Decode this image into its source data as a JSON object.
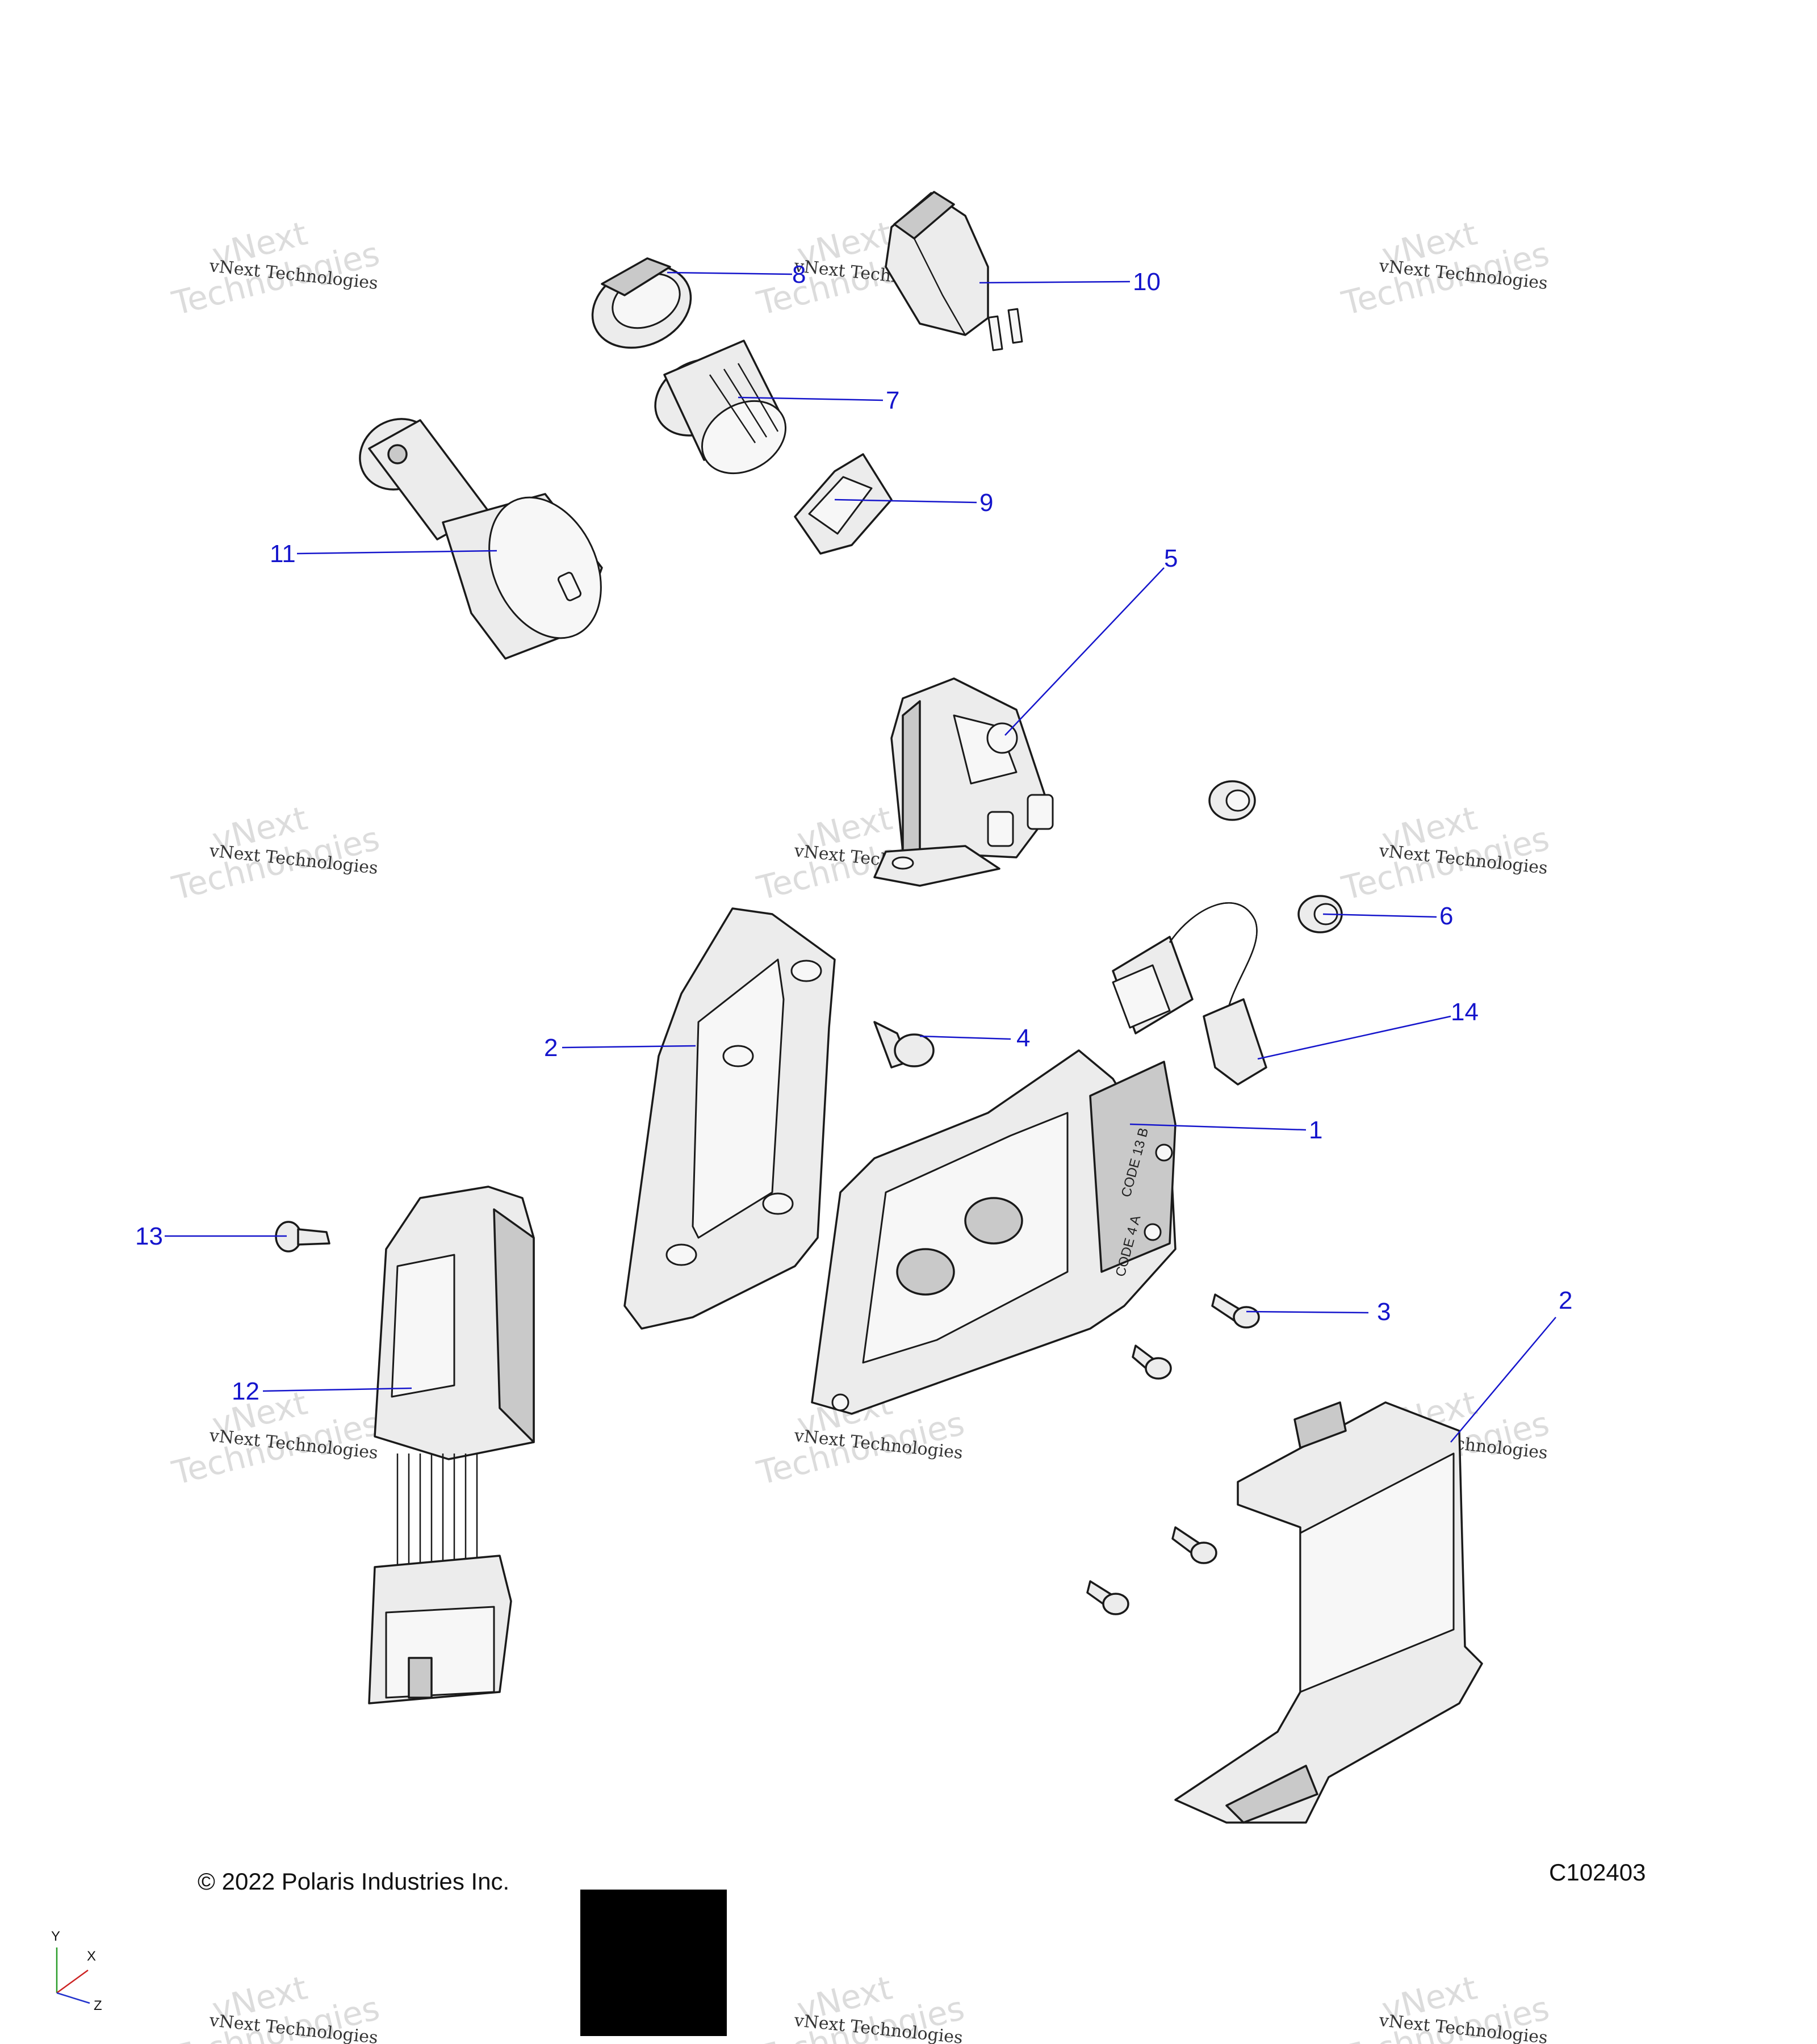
{
  "callouts": [
    {
      "label": "1"
    },
    {
      "label": "2"
    },
    {
      "label": "2"
    },
    {
      "label": "3"
    },
    {
      "label": "4"
    },
    {
      "label": "5"
    },
    {
      "label": "6"
    },
    {
      "label": "7"
    },
    {
      "label": "8"
    },
    {
      "label": "9"
    },
    {
      "label": "10"
    },
    {
      "label": "11"
    },
    {
      "label": "12"
    },
    {
      "label": "13"
    },
    {
      "label": "14"
    }
  ],
  "watermark": {
    "line1": "vNext Technologies",
    "line2": "Technologies",
    "line3": "vNext"
  },
  "footer": {
    "copyright": "© 2022 Polaris Industries Inc.",
    "drawing_number": "C102403"
  },
  "axis_triad": {
    "y": "Y",
    "x": "X",
    "z": "Z",
    "colors": {
      "y": "#2a9d2a",
      "x": "#cc2222",
      "z": "#2233cc"
    }
  },
  "colors": {
    "callout": "#1515cc"
  }
}
